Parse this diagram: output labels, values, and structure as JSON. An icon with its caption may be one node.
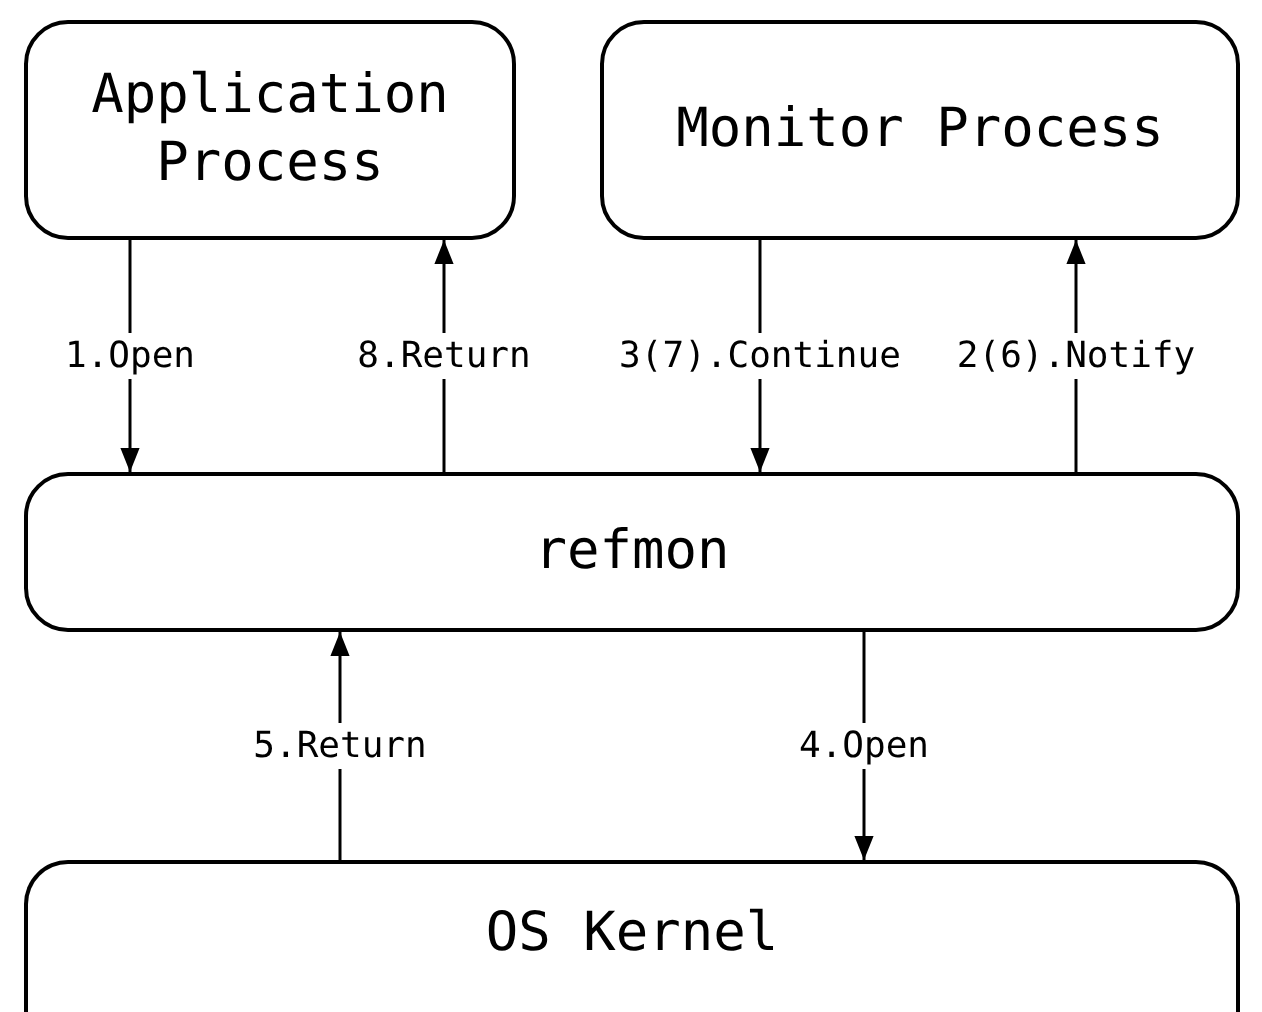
{
  "diagram": {
    "nodes": [
      {
        "text": [
          "Application Process"
        ]
      },
      {
        "text": [
          "Monitor Process"
        ]
      },
      {
        "text": [
          "refmon"
        ]
      },
      {
        "text": [
          "OS Kernel"
        ]
      }
    ],
    "edges": [
      {
        "from": 0,
        "to": 2,
        "arrow": "to",
        "label": "1.Open"
      },
      {
        "from": 2,
        "to": 0,
        "arrow": "to",
        "label": "8.Return"
      },
      {
        "from": 1,
        "to": 2,
        "arrow": "to",
        "label": "3(7).Continue"
      },
      {
        "from": 2,
        "to": 1,
        "arrow": "to",
        "label": "2(6).Notify"
      },
      {
        "from": 3,
        "to": 2,
        "arrow": "to",
        "label": "5.Return"
      },
      {
        "from": 2,
        "to": 3,
        "arrow": "to",
        "label": "4.Open"
      }
    ]
  }
}
